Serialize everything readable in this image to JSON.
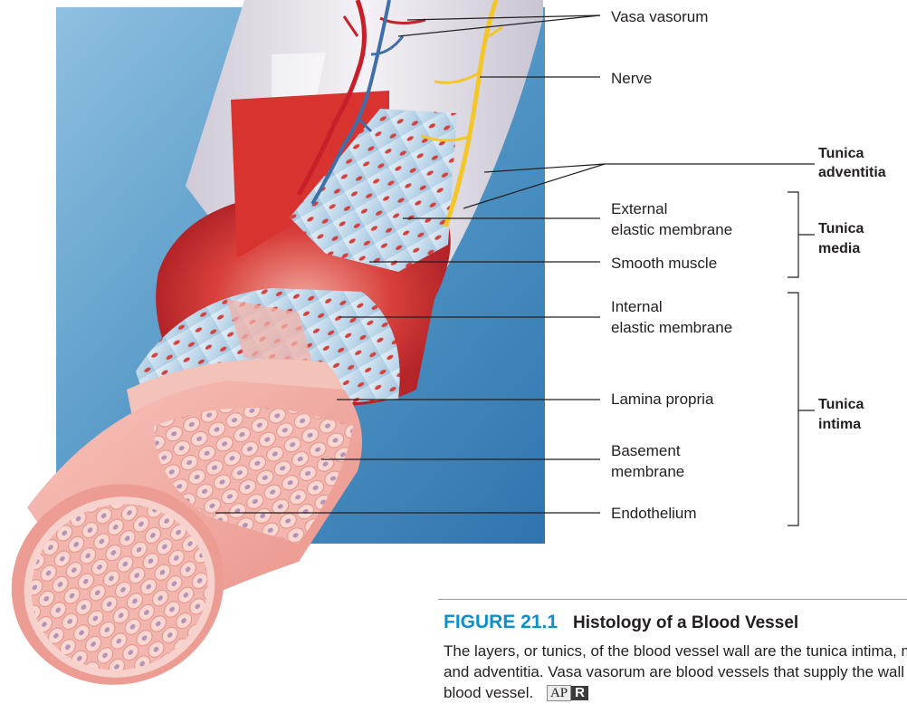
{
  "labels": {
    "vasa_vasorum": "Vasa vasorum",
    "nerve": "Nerve",
    "external_elastic_line1": "External",
    "external_elastic_line2": "elastic membrane",
    "smooth_muscle": "Smooth muscle",
    "internal_elastic_line1": "Internal",
    "internal_elastic_line2": "elastic membrane",
    "lamina_propria": "Lamina propria",
    "basement_line1": "Basement",
    "basement_line2": "membrane",
    "endothelium": "Endothelium"
  },
  "groups": {
    "adventitia_line1": "Tunica",
    "adventitia_line2": "adventitia",
    "media_line1": "Tunica",
    "media_line2": "media",
    "intima_line1": "Tunica",
    "intima_line2": "intima"
  },
  "caption": {
    "figure_number": "FIGURE 21.1",
    "title": "Histology of a Blood Vessel",
    "text": "The layers, or tunics, of the blood vessel wall are the tunica intima, media, and adventitia. Vasa vasorum are blood vessels that supply the wall of the blood vessel.",
    "badge_ap": "AP",
    "badge_r": "R"
  },
  "colors": {
    "background_blue": "#4f94c4",
    "adventitia": "#e9e6ee",
    "muscle_red": "#d63a3a",
    "elastic_blue": "#b8d6ea",
    "intima_pink": "#f2a7a0",
    "endothelial_cell": "#fbd3cd",
    "nucleus": "#b493b8",
    "nerve_yellow": "#f3c629",
    "artery_red": "#c8202a",
    "vein_blue": "#3f6fa8",
    "figure_number_blue": "#0d8fc9"
  }
}
